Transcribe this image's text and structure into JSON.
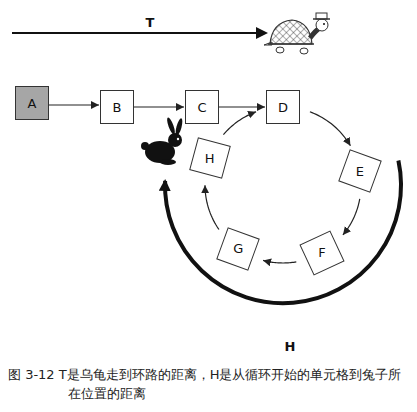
{
  "diagram": {
    "caption": "图 3-12 T是乌龟走到环路的距离，H是从循环开始的单元格到兔子所在位置的距离",
    "nodes": [
      {
        "text": [
          "A"
        ]
      },
      {
        "text": [
          "B"
        ]
      },
      {
        "text": [
          "C"
        ]
      },
      {
        "text": [
          "D"
        ]
      },
      {
        "text": [
          "E"
        ]
      },
      {
        "text": [
          "F"
        ]
      },
      {
        "text": [
          "G"
        ]
      },
      {
        "text": [
          "H"
        ]
      }
    ],
    "edges": [
      {
        "from": 0,
        "to": 1,
        "arrow": "to"
      },
      {
        "from": 1,
        "to": 2,
        "arrow": "to"
      },
      {
        "from": 2,
        "to": 3,
        "arrow": "to"
      },
      {
        "from": 3,
        "to": 4,
        "arrow": "to"
      },
      {
        "from": 4,
        "to": 5,
        "arrow": "to"
      },
      {
        "from": 5,
        "to": 6,
        "arrow": "to"
      },
      {
        "from": 6,
        "to": 7,
        "arrow": "to"
      },
      {
        "from": 7,
        "to": 3,
        "arrow": "to"
      }
    ],
    "labels": [
      "T",
      "H"
    ]
  }
}
